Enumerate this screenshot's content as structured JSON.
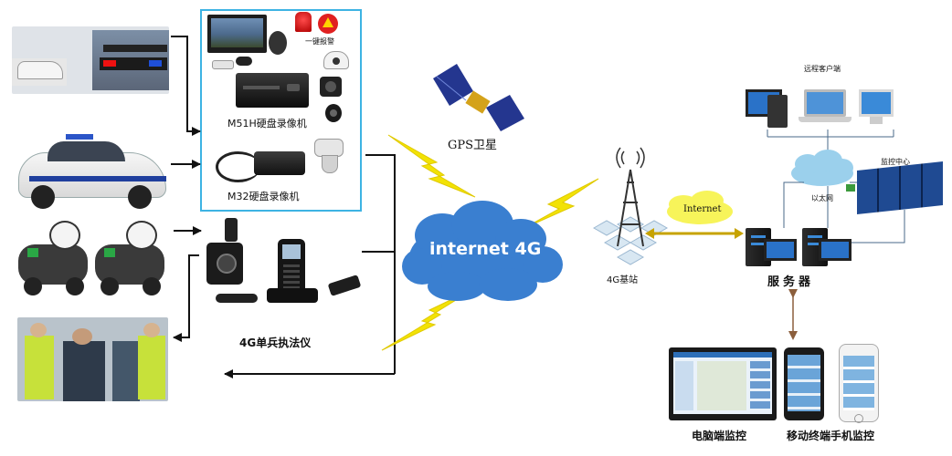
{
  "devices": {
    "alarm_label": "一键报警",
    "m51h_label": "M51H硬盘录像机",
    "m32_label": "M32硬盘录像机",
    "body_cam_label": "4G单兵执法仪"
  },
  "network": {
    "cloud_label": "internet 4G",
    "gps_label": "GPS卫星",
    "base_station_label": "4G基站",
    "internet_label": "Internet",
    "ethernet_label": "以太网"
  },
  "center": {
    "remote_clients_label": "远程客户端",
    "monitoring_center_label": "监控中心",
    "server_label": "服务器"
  },
  "monitoring": {
    "pc_label": "电脑端监控",
    "mobile_label": "移动终端手机监控"
  },
  "colors": {
    "bolt": "#f2e205",
    "cloud": "#3a7fd0",
    "device_box_border": "#3db3e3",
    "ring": "#d8e7f2"
  }
}
